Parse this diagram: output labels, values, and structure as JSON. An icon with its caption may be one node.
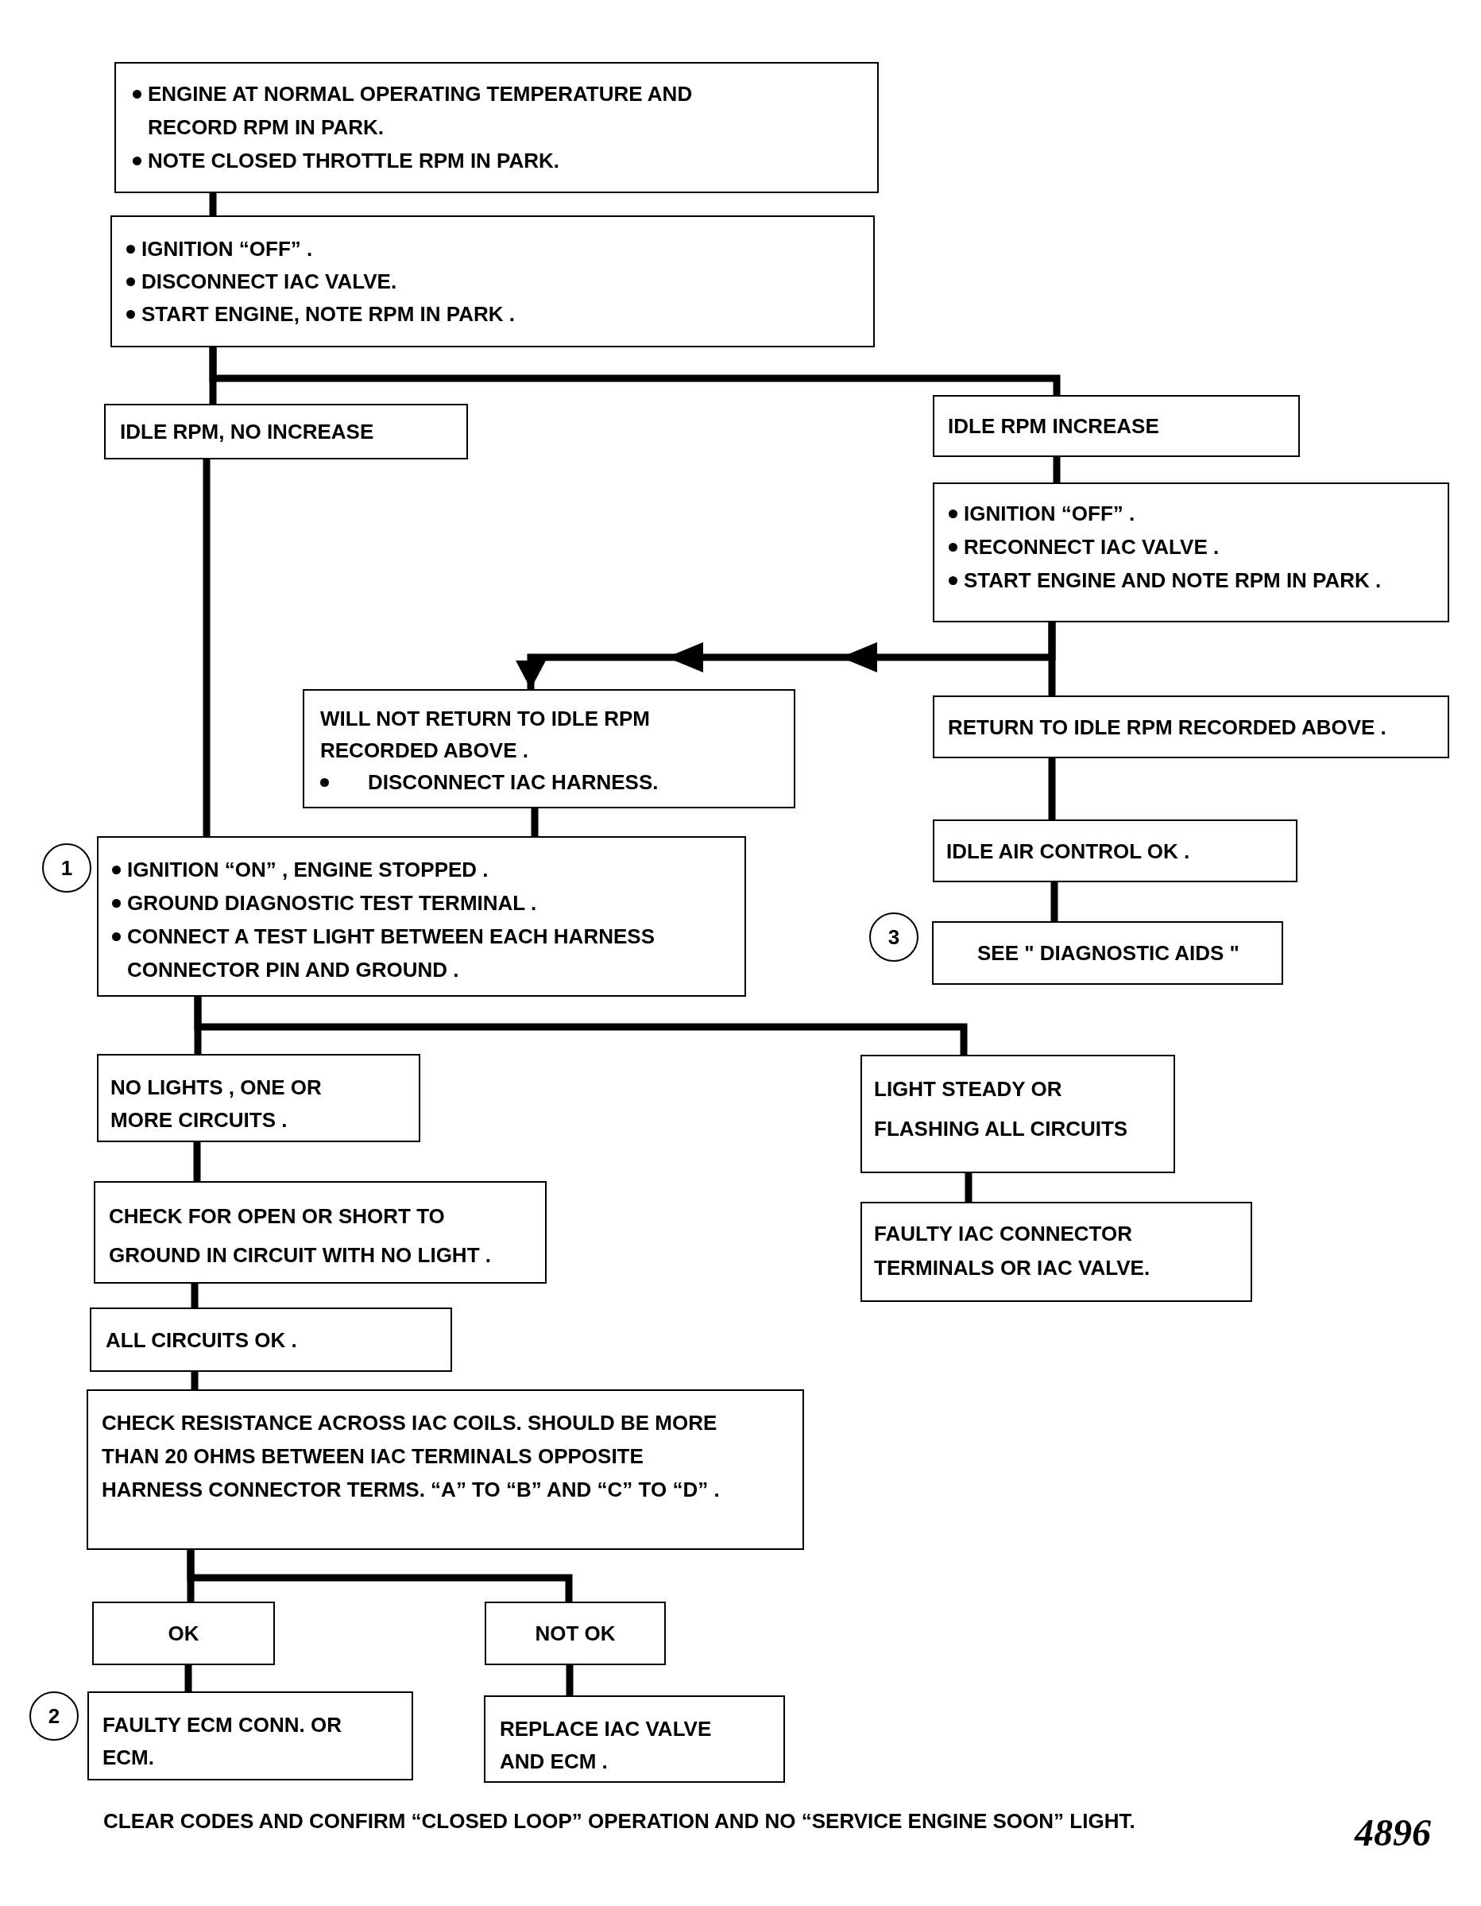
{
  "diagram": {
    "nodes": [
      {
        "text": [
          "ENGINE AT NORMAL OPERATING TEMPERATURE AND RECORD RPM IN PARK.",
          "NOTE CLOSED THROTTLE RPM IN PARK."
        ]
      },
      {
        "text": [
          "IGNITION “OFF” .",
          "DISCONNECT IAC VALVE.",
          "START ENGINE, NOTE RPM IN PARK ."
        ]
      },
      {
        "text": [
          "IDLE RPM, NO INCREASE"
        ]
      },
      {
        "text": [
          "IDLE RPM INCREASE"
        ]
      },
      {
        "text": [
          "IGNITION “OFF” .",
          "RECONNECT IAC VALVE .",
          "START ENGINE AND NOTE RPM IN PARK ."
        ]
      },
      {
        "text": [
          "WILL NOT RETURN TO IDLE RPM RECORDED ABOVE .",
          "DISCONNECT IAC HARNESS."
        ]
      },
      {
        "text": [
          "RETURN TO IDLE RPM RECORDED ABOVE ."
        ]
      },
      {
        "text": [
          "IGNITION “ON” , ENGINE STOPPED .",
          "GROUND DIAGNOSTIC TEST TERMINAL .",
          "CONNECT A TEST LIGHT BETWEEN EACH HARNESS CONNECTOR PIN AND GROUND ."
        ],
        "beside": [
          "1"
        ]
      },
      {
        "text": [
          "IDLE AIR CONTROL OK ."
        ]
      },
      {
        "text": [
          "SEE \" DIAGNOSTIC AIDS \""
        ],
        "beside": [
          "3"
        ]
      },
      {
        "text": [
          "NO LIGHTS , ONE OR MORE CIRCUITS ."
        ]
      },
      {
        "text": [
          "LIGHT STEADY OR FLASHING ALL CIRCUITS"
        ]
      },
      {
        "text": [
          "CHECK FOR OPEN OR SHORT TO GROUND IN CIRCUIT WITH NO LIGHT ."
        ]
      },
      {
        "text": [
          "FAULTY IAC CONNECTOR TERMINALS OR IAC VALVE."
        ]
      },
      {
        "text": [
          "ALL CIRCUITS OK ."
        ]
      },
      {
        "text": [
          "CHECK RESISTANCE ACROSS IAC COILS. SHOULD BE MORE THAN 20 OHMS BETWEEN IAC TERMINALS OPPOSITE HARNESS CONNECTOR TERMS. “A” TO “B” AND “C” TO “D” ."
        ]
      },
      {
        "text": [
          "OK"
        ]
      },
      {
        "text": [
          "NOT OK"
        ]
      },
      {
        "text": [
          "FAULTY ECM CONN. OR ECM."
        ],
        "beside": [
          "2"
        ]
      },
      {
        "text": [
          "REPLACE IAC VALVE AND ECM ."
        ]
      }
    ],
    "edges": [
      {
        "from": 0,
        "to": 1,
        "arrow": "none"
      },
      {
        "from": 1,
        "to": 2,
        "arrow": "none"
      },
      {
        "from": 1,
        "to": 3,
        "arrow": "none"
      },
      {
        "from": 3,
        "to": 4,
        "arrow": "none"
      },
      {
        "from": 4,
        "to": 5,
        "arrow": "to"
      },
      {
        "from": 4,
        "to": 6,
        "arrow": "none"
      },
      {
        "from": 5,
        "to": 7,
        "arrow": "none"
      },
      {
        "from": 2,
        "to": 7,
        "arrow": "none"
      },
      {
        "from": 6,
        "to": 8,
        "arrow": "none"
      },
      {
        "from": 8,
        "to": 9,
        "arrow": "none"
      },
      {
        "from": 7,
        "to": 10,
        "arrow": "none"
      },
      {
        "from": 7,
        "to": 11,
        "arrow": "none"
      },
      {
        "from": 10,
        "to": 12,
        "arrow": "none"
      },
      {
        "from": 11,
        "to": 13,
        "arrow": "none"
      },
      {
        "from": 12,
        "to": 14,
        "arrow": "none"
      },
      {
        "from": 14,
        "to": 15,
        "arrow": "none"
      },
      {
        "from": 15,
        "to": 16,
        "arrow": "none"
      },
      {
        "from": 15,
        "to": 17,
        "arrow": "none"
      },
      {
        "from": 16,
        "to": 18,
        "arrow": "none"
      },
      {
        "from": 17,
        "to": 19,
        "arrow": "none"
      }
    ],
    "labels": [
      "CLEAR CODES AND CONFIRM “CLOSED LOOP” OPERATION AND NO “SERVICE ENGINE SOON” LIGHT.",
      "4896"
    ]
  }
}
